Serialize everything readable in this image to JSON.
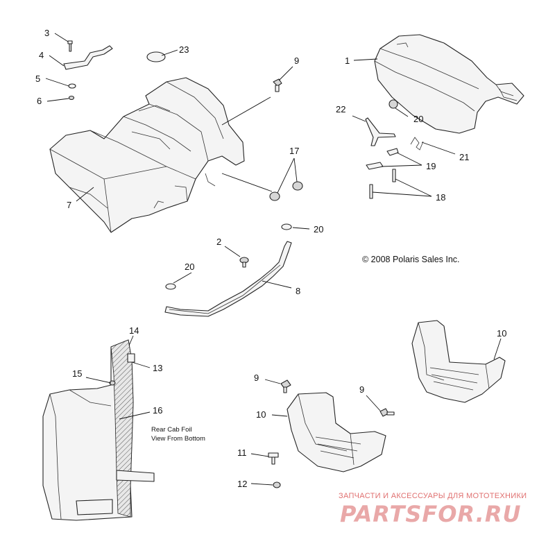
{
  "callouts": {
    "c1": "1",
    "c2": "2",
    "c3": "3",
    "c4": "4",
    "c5": "5",
    "c6": "6",
    "c7": "7",
    "c8": "8",
    "c9a": "9",
    "c9b": "9",
    "c9c": "9",
    "c10a": "10",
    "c10b": "10",
    "c11": "11",
    "c12": "12",
    "c13": "13",
    "c14": "14",
    "c15": "15",
    "c16": "16",
    "c17": "17",
    "c18": "18",
    "c19": "19",
    "c20a": "20",
    "c20b": "20",
    "c20c": "20",
    "c21": "21",
    "c22": "22",
    "c23": "23"
  },
  "notes": {
    "rear_cab_line1": "Rear Cab Foil",
    "rear_cab_line2": "View From Bottom"
  },
  "copyright": "© 2008 Polaris Sales Inc.",
  "watermark": {
    "tagline": "ЗАПЧАСТИ И АКСЕССУАРЫ ДЛЯ МОТОТЕХНИКИ",
    "logo": "PARTSFOR.RU"
  }
}
